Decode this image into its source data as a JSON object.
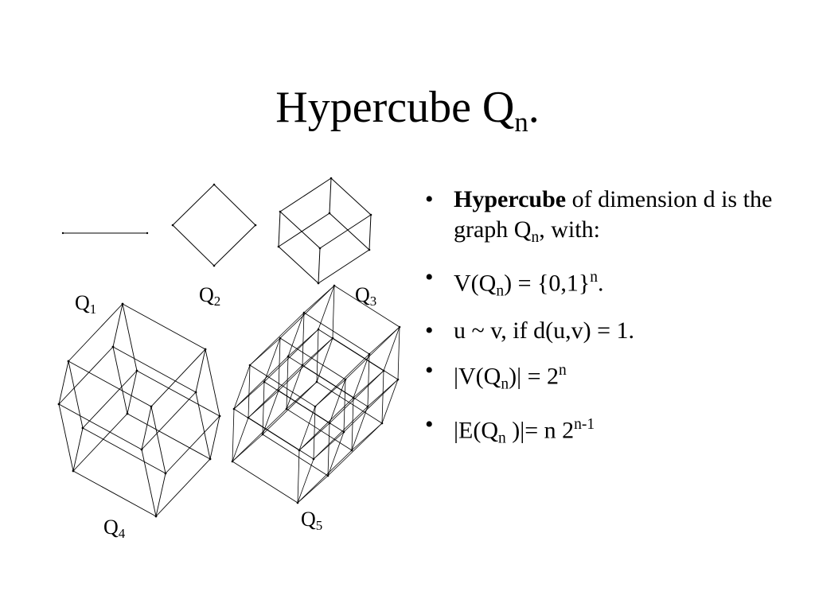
{
  "title": {
    "main": "Hypercube Q",
    "sub": "n",
    "tail": "."
  },
  "graphs": [
    {
      "id": "Q1",
      "letter": "Q",
      "index": "1"
    },
    {
      "id": "Q2",
      "letter": "Q",
      "index": "2"
    },
    {
      "id": "Q3",
      "letter": "Q",
      "index": "3"
    },
    {
      "id": "Q4",
      "letter": "Q",
      "index": "4"
    },
    {
      "id": "Q5",
      "letter": "Q",
      "index": "5"
    }
  ],
  "bullets": {
    "b1": {
      "bold": "Hypercube",
      "rest": " of dimension d is the graph  Q",
      "sub": "n",
      "tail": ", with:"
    },
    "b2": {
      "a": "V(Q",
      "sub": "n",
      "b": ") = {0,1}",
      "sup": "n",
      "c": "."
    },
    "b3": {
      "text": "u ~ v, if d(u,v) = 1."
    },
    "b4": {
      "a": "|V(Q",
      "sub": "n",
      "b": ")| = 2",
      "sup": "n"
    },
    "b5": {
      "a": "|E(Q",
      "sub": "n",
      "b": " )|= n 2",
      "sup": "n-1"
    }
  },
  "colors": {
    "line": "#000000",
    "background": "#ffffff"
  }
}
